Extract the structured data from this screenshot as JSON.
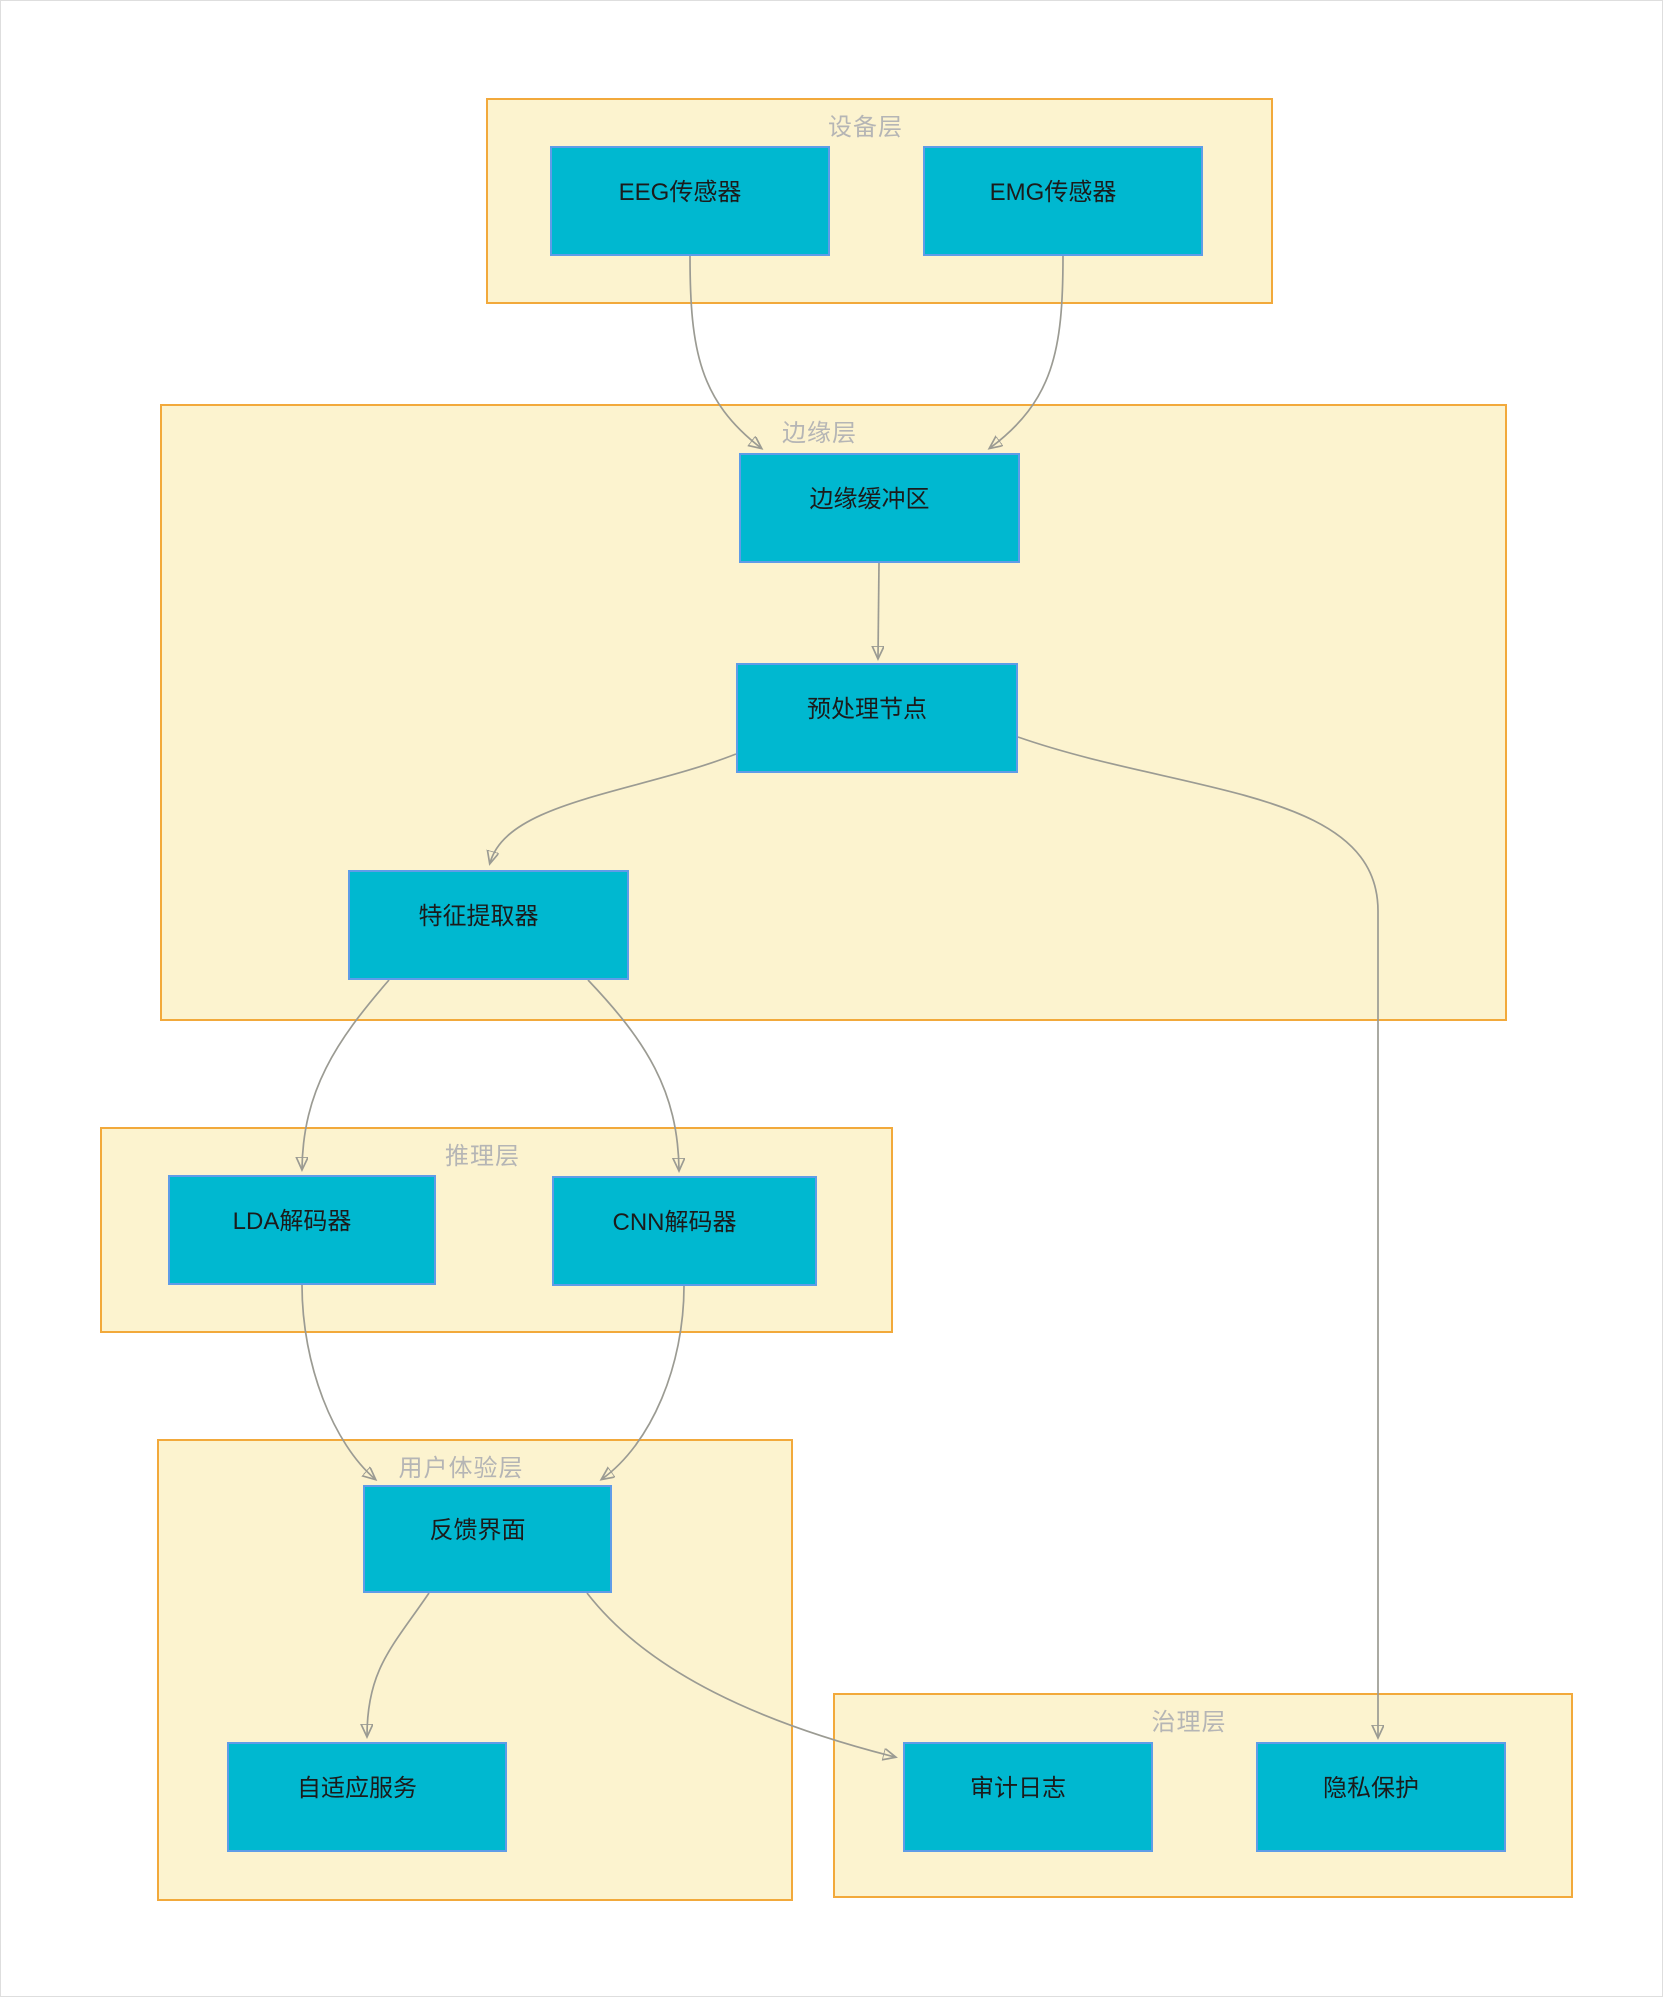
{
  "diagram": {
    "layers": [
      {
        "id": "device-layer",
        "label": "设备层"
      },
      {
        "id": "edge-layer",
        "label": "边缘层"
      },
      {
        "id": "inference-layer",
        "label": "推理层"
      },
      {
        "id": "ux-layer",
        "label": "用户体验层"
      },
      {
        "id": "governance-layer",
        "label": "治理层"
      }
    ],
    "nodes": [
      {
        "id": "eeg-sensor",
        "label": "EEG传感器",
        "layer": "设备层"
      },
      {
        "id": "emg-sensor",
        "label": "EMG传感器",
        "layer": "设备层"
      },
      {
        "id": "edge-buffer",
        "label": "边缘缓冲区",
        "layer": "边缘层"
      },
      {
        "id": "preprocess-node",
        "label": "预处理节点",
        "layer": "边缘层"
      },
      {
        "id": "feature-extractor",
        "label": "特征提取器",
        "layer": "边缘层"
      },
      {
        "id": "lda-decoder",
        "label": "LDA解码器",
        "layer": "推理层"
      },
      {
        "id": "cnn-decoder",
        "label": "CNN解码器",
        "layer": "推理层"
      },
      {
        "id": "feedback-ui",
        "label": "反馈界面",
        "layer": "用户体验层"
      },
      {
        "id": "adaptive-service",
        "label": "自适应服务",
        "layer": "用户体验层"
      },
      {
        "id": "audit-log",
        "label": "审计日志",
        "layer": "治理层"
      },
      {
        "id": "privacy-protection",
        "label": "隐私保护",
        "layer": "治理层"
      }
    ],
    "edges": [
      {
        "from": "EEG传感器",
        "to": "边缘缓冲区"
      },
      {
        "from": "EMG传感器",
        "to": "边缘缓冲区"
      },
      {
        "from": "边缘缓冲区",
        "to": "预处理节点"
      },
      {
        "from": "预处理节点",
        "to": "特征提取器"
      },
      {
        "from": "预处理节点",
        "to": "隐私保护"
      },
      {
        "from": "特征提取器",
        "to": "LDA解码器"
      },
      {
        "from": "特征提取器",
        "to": "CNN解码器"
      },
      {
        "from": "LDA解码器",
        "to": "反馈界面"
      },
      {
        "from": "CNN解码器",
        "to": "反馈界面"
      },
      {
        "from": "反馈界面",
        "to": "自适应服务"
      },
      {
        "from": "反馈界面",
        "to": "审计日志"
      }
    ],
    "colors": {
      "layer_fill": "#fcf3cf",
      "layer_border": "#f2a93b",
      "layer_label_text": "#b5b5b5",
      "node_fill": "#00b8d0",
      "node_border": "#5f9ce8",
      "node_text": "#1b1b1b",
      "edge_line": "#9b9b93",
      "arrowhead": "#908f86"
    }
  }
}
